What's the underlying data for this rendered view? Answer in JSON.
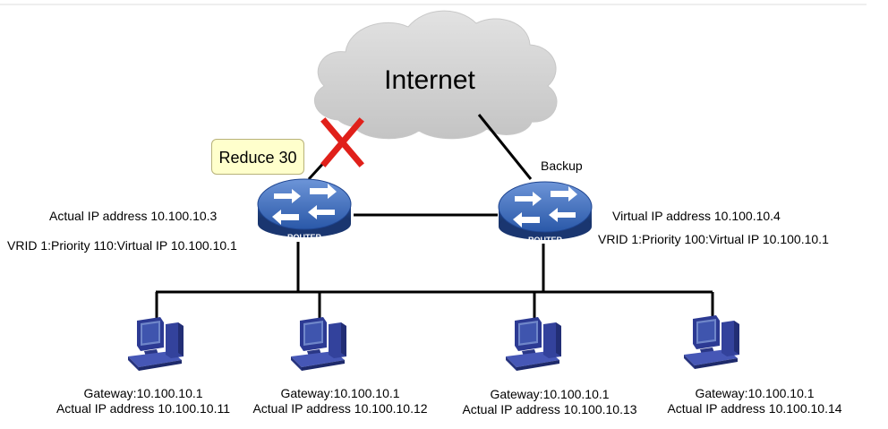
{
  "cloud": {
    "label": "Internet"
  },
  "callout": {
    "label": "Reduce 30"
  },
  "failure_mark": {
    "icon": "red-x-icon",
    "color": "#e0201a"
  },
  "router_master": {
    "name": "ROUTER",
    "actual_ip": "Actual IP address 10.100.10.3",
    "vrid": "VRID 1:Priority 110:Virtual IP  10.100.10.1"
  },
  "router_backup": {
    "name": "ROUTER",
    "state": "Backup",
    "virtual_ip": "Virtual IP address 10.100.10.4",
    "vrid": "VRID 1:Priority 100:Virtual IP  10.100.10.1"
  },
  "hosts": [
    {
      "gateway": "Gateway:10.100.10.1",
      "actual_ip": "Actual IP address 10.100.10.11"
    },
    {
      "gateway": "Gateway:10.100.10.1",
      "actual_ip": "Actual IP address 10.100.10.12"
    },
    {
      "gateway": "Gateway:10.100.10.1",
      "actual_ip": "Actual IP address 10.100.10.13"
    },
    {
      "gateway": "Gateway:10.100.10.1",
      "actual_ip": "Actual IP address 10.100.10.14"
    }
  ],
  "colors": {
    "router": "#2f5aa6",
    "cloud": "#d4d4d4",
    "pc": "#3a4aa8",
    "callout_bg": "#ffffcc"
  }
}
